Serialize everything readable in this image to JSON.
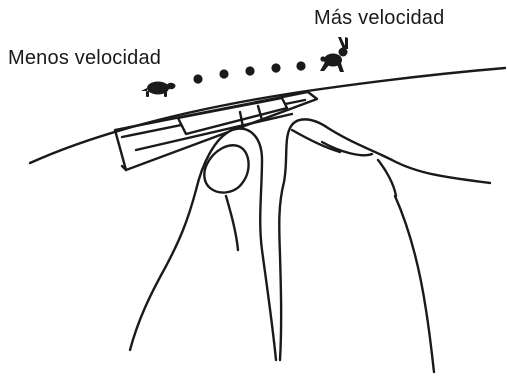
{
  "labels": {
    "less_speed": "Menos velocidad",
    "more_speed": "Más velocidad"
  },
  "icons": {
    "slow": "turtle-icon",
    "fast": "rabbit-icon"
  },
  "indicator_dot_count": 5,
  "colors": {
    "ink": "#1a1a1a",
    "background": "#ffffff"
  }
}
